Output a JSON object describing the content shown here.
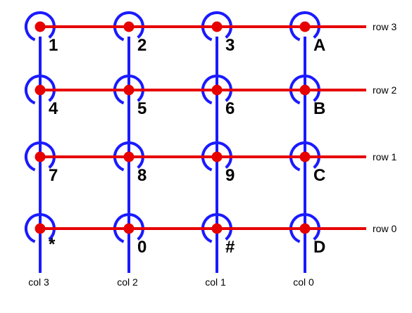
{
  "diagram": {
    "colors": {
      "column_wire": "#1a1aff",
      "row_wire": "#e60000",
      "node": "#e60000",
      "text": "#000000"
    },
    "rows": [
      {
        "label": "row  3",
        "keys": [
          "1",
          "2",
          "3",
          "A"
        ]
      },
      {
        "label": "row 2",
        "keys": [
          "4",
          "5",
          "6",
          "B"
        ]
      },
      {
        "label": "row 1",
        "keys": [
          "7",
          "8",
          "9",
          "C"
        ]
      },
      {
        "label": "row 0",
        "keys": [
          "*",
          "0",
          "#",
          "D"
        ]
      }
    ],
    "columns": [
      "col 3",
      "col 2",
      "col 1",
      "col 0"
    ]
  }
}
